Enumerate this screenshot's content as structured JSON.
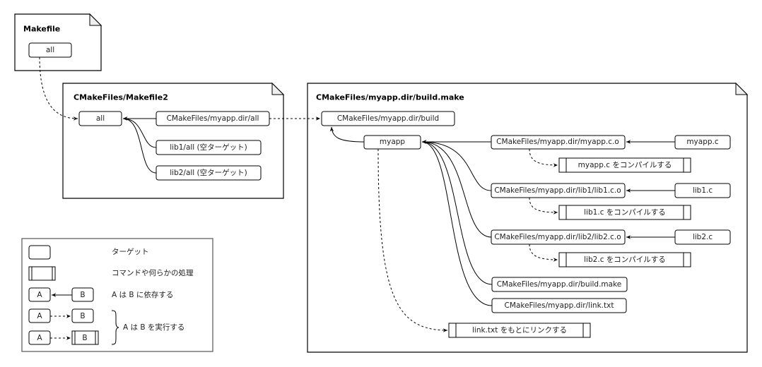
{
  "containers": {
    "makefile": {
      "title": "Makefile"
    },
    "makefile2": {
      "title": "CMakeFiles/Makefile2"
    },
    "build_make": {
      "title": "CMakeFiles/myapp.dir/build.make"
    }
  },
  "nodes": {
    "mk_all": "all",
    "mk2_all": "all",
    "mk2_myapp_all": "CMakeFiles/myapp.dir/all",
    "mk2_lib1_all": "lib1/all (空ターゲット)",
    "mk2_lib2_all": "lib2/all (空ターゲット)",
    "bm_build": "CMakeFiles/myapp.dir/build",
    "bm_myapp": "myapp",
    "bm_myapp_o": "CMakeFiles/myapp.dir/myapp.c.o",
    "bm_lib1_o": "CMakeFiles/myapp.dir/lib1/lib1.c.o",
    "bm_lib2_o": "CMakeFiles/myapp.dir/lib2/lib2.c.o",
    "bm_build_make": "CMakeFiles/myapp.dir/build.make",
    "bm_link_txt": "CMakeFiles/myapp.dir/link.txt",
    "src_myapp_c": "myapp.c",
    "src_lib1_c": "lib1.c",
    "src_lib2_c": "lib2.c"
  },
  "processes": {
    "compile_myapp": "myapp.c をコンパイルする",
    "compile_lib1": "lib1.c をコンパイルする",
    "compile_lib2": "lib2.c をコンパイルする",
    "link": "link.txt をもとにリンクする"
  },
  "legend": {
    "target": "ターゲット",
    "process": "コマンドや何らかの処理",
    "depends": "A は B に依存する",
    "executes": "A は B を実行する",
    "a": "A",
    "b": "B"
  }
}
